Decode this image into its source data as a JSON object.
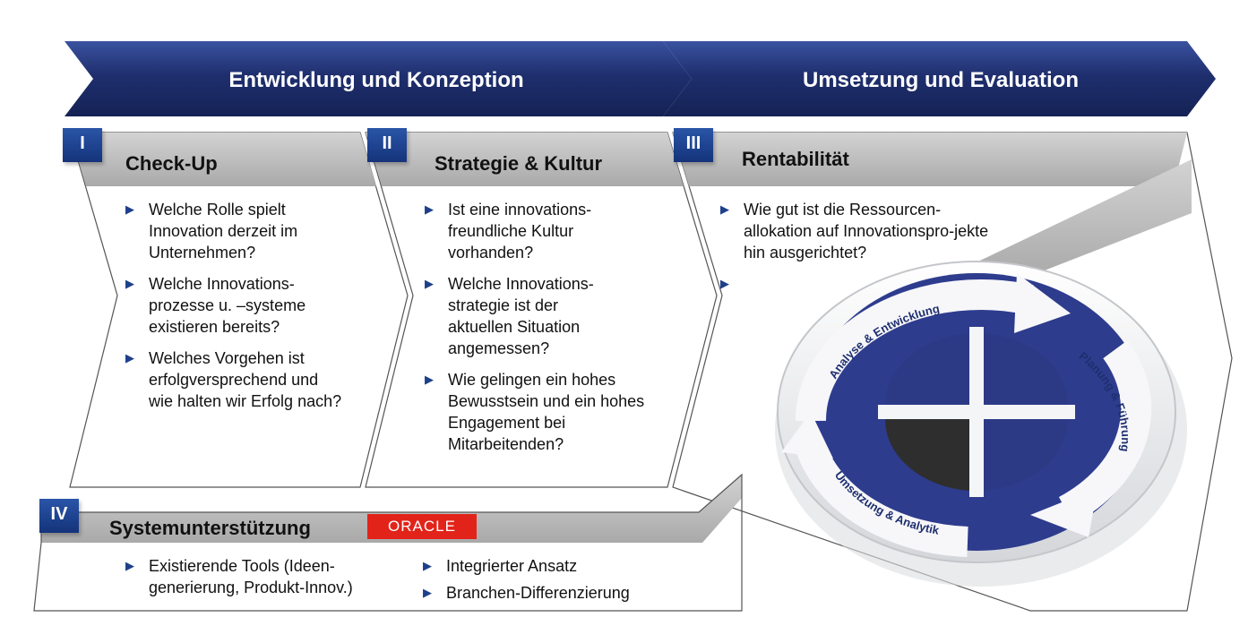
{
  "headers": {
    "left": "Entwicklung und Konzeption",
    "right": "Umsetzung und Evaluation"
  },
  "sections": [
    {
      "badge": "I",
      "title": "Check-Up",
      "items": [
        "Welche Rolle spielt Innovation derzeit im Unternehmen?",
        "Welche Innovations-prozesse u. –systeme existieren bereits?",
        "Welches Vorgehen ist erfolgversprechend und wie halten wir Erfolg nach?"
      ]
    },
    {
      "badge": "II",
      "title": "Strategie & Kultur",
      "items": [
        "Ist eine innovations-freundliche Kultur vorhanden?",
        "Welche Innovations-strategie ist der aktuellen Situation angemessen?",
        "Wie gelingen ein hohes Bewusstsein und ein hohes Engagement bei Mitarbeitenden?"
      ]
    },
    {
      "badge": "III",
      "title": "Rentabilität",
      "items": [
        "Wie gut ist die Ressourcen-allokation auf Innovationspro-jekte hin ausgerichtet?",
        ""
      ]
    },
    {
      "badge": "IV",
      "title": "Systemunterstützung",
      "logo": "ORACLE",
      "items_left": [
        "Existierende Tools (Ideen-generierung, Produkt-Innov.)"
      ],
      "items_right": [
        "Integrierter Ansatz",
        "Branchen-Differenzierung"
      ]
    }
  ],
  "cycle": {
    "labels": [
      "Analyse & Entwicklung",
      "Planung & Führung",
      "Umsetzung & Analytik"
    ]
  },
  "colors": {
    "navy": "#1f2f6e",
    "badge_blue": "#1e4496",
    "gray_band": "#b8b8b8",
    "oracle_red": "#e2231a"
  }
}
